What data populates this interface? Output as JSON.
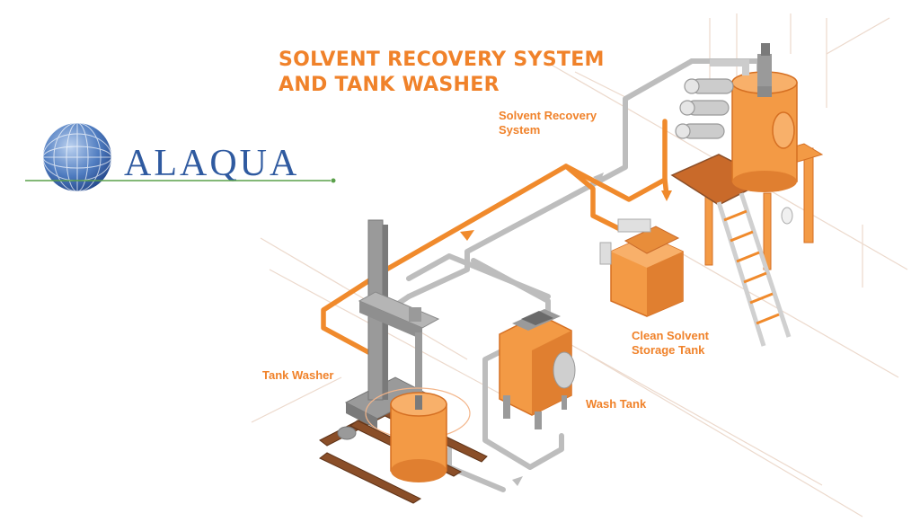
{
  "header": {
    "title_line1": "SOLVENT RECOVERY SYSTEM",
    "title_line2": "AND TANK WASHER"
  },
  "logo": {
    "text": "ALAQUA"
  },
  "labels": {
    "solvent_recovery_line1": "Solvent Recovery",
    "solvent_recovery_line2": "System",
    "clean_storage_line1": "Clean Solvent",
    "clean_storage_line2": "Storage Tank",
    "tank_washer": "Tank Washer",
    "wash_tank": "Wash Tank"
  },
  "colors": {
    "accent_orange": "#f08a2c",
    "title_orange": "#f0822a",
    "logo_blue": "#2f5aa0",
    "pipe_gray": "#b8b8b8",
    "equipment_orange": "#f39a45",
    "equipment_dark": "#d56f22",
    "frame_gray": "#9a9a9a",
    "pallet_brown": "#8a4e28"
  }
}
